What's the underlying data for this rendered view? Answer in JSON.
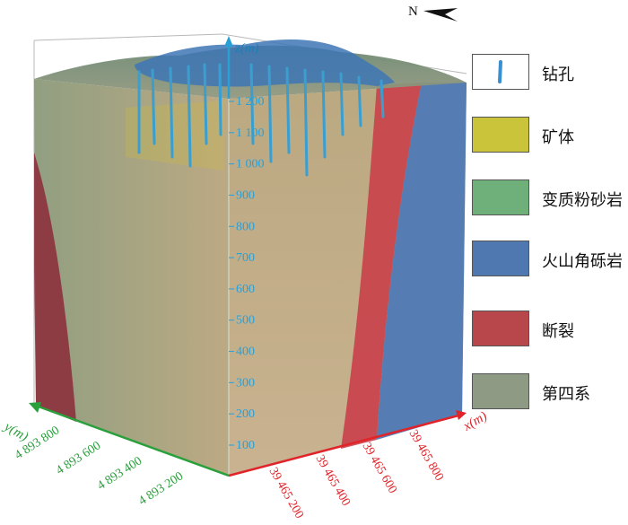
{
  "north_label": "N",
  "axes": {
    "z": {
      "title": "z(m)",
      "color": "#2a9fd6",
      "ticks": [
        "1 200",
        "1 100",
        "1 000",
        "900",
        "800",
        "700",
        "600",
        "500",
        "400",
        "300",
        "200",
        "100"
      ]
    },
    "x": {
      "title": "x(m)",
      "color": "#e0242a",
      "ticks": [
        "39 465 200",
        "39 465 400",
        "39 465 600",
        "39 465 800"
      ]
    },
    "y": {
      "title": "y(m)",
      "color": "#2aa03c",
      "ticks": [
        "4 893 800",
        "4 893 600",
        "4 893 400",
        "4 893 200"
      ]
    }
  },
  "legend": [
    {
      "label": "钻孔",
      "color": "#ffffff",
      "icon": "borehole-icon"
    },
    {
      "label": "矿体",
      "color": "#c9c43a"
    },
    {
      "label": "变质粉砂岩",
      "color": "#6fb07a"
    },
    {
      "label": "火山角砾岩",
      "color": "#4f77b0"
    },
    {
      "label": "断裂",
      "color": "#b7474a"
    },
    {
      "label": "第四系",
      "color": "#8e9a84"
    }
  ]
}
